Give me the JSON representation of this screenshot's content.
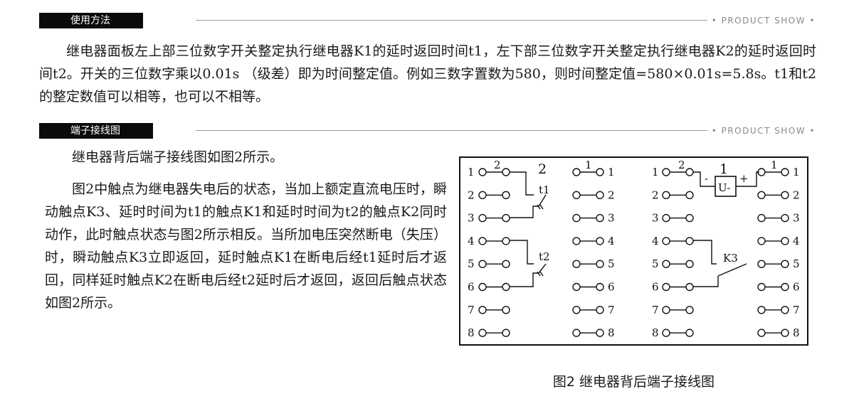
{
  "section1": {
    "tab_label": "使用方法",
    "badge": "• PRODUCT SHOW •",
    "paragraph": "继电器面板左上部三位数字开关整定执行继电器K1的延时返回时间t1，左下部三位数字开关整定执行继电器K2的延时返回时间t2。开关的三位数字乘以0.01s （级差）即为时间整定值。例如三数字置数为580，则时间整定值=580×0.01s=5.8s。t1和t2的整定数值可以相等，也可以不相等。"
  },
  "section2": {
    "tab_label": "端子接线图",
    "badge": "• PRODUCT SHOW •",
    "paragraph1": "继电器背后端子接线图如图2所示。",
    "paragraph2": "图2中触点为继电器失电后的状态，当加上额定直流电压时，瞬动触点K3、延时时间为t1的触点K1和延时时间为t2的触点K2同时动作，此时触点状态与图2所示相反。当所加电压突然断电（失压）时，瞬动触点K3立即返回，延时触点K1在断电后经t1延时后才返回，同样延时触点K2在断电后经t2延时后才返回，返回后触点状态如图2所示。"
  },
  "figure": {
    "caption": "图2 继电器背后端子接线图",
    "terminal_numbers": [
      "1",
      "2",
      "3",
      "4",
      "5",
      "6",
      "7",
      "8"
    ],
    "left_unit": {
      "number": "2",
      "upper_contact_label": "t1",
      "lower_contact_label": "t2",
      "pin_mark": "2",
      "pin_mark_right": "1"
    },
    "right_unit": {
      "number": "1",
      "coil_label": "U-",
      "minus": "-",
      "plus": "+",
      "contact_label": "K3",
      "pin_mark": "2",
      "pin_mark_right": "1"
    }
  }
}
